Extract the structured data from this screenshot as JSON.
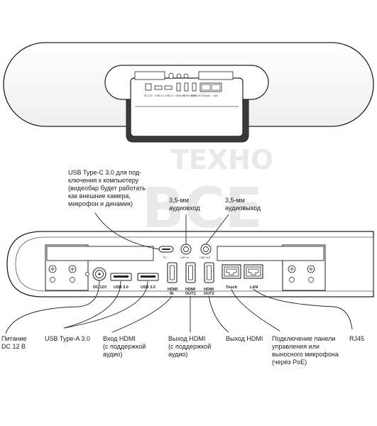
{
  "watermark": {
    "line1": "ТЕХНО",
    "line2": "BCE"
  },
  "top_view": {
    "port_labels": [
      "DC 12V",
      "USB 3.0",
      "USB 3.0",
      "HDMI IN",
      "HDMI OUT1",
      "HDMI OUT2",
      "Touch",
      "LAN"
    ]
  },
  "bottom_view": {
    "port_labels": {
      "dc": "DC 12V",
      "usb1": "USB 3.0",
      "usb2": "USB 3.0",
      "usbc": "PC",
      "line_in": "LINE IN",
      "line_out": "LINE OUT",
      "hdmi_in": "HDMI\nIN",
      "hdmi_out1": "HDMI\nOUT1",
      "hdmi_out2": "HDMI\nOUT2",
      "touch": "Touch",
      "lan": "LAN"
    }
  },
  "callouts": {
    "usb_c": "USB Type-C 3.0 для под-\nключения к компьютеру\n(видеобар будет работать\nкак внешние камера,\nмикрофон и динамик)",
    "line_in": "3,5-мм\nаудиовход",
    "line_out": "3,5-мм\nаудиовыход",
    "power": "Питание\nDC 12 В",
    "usb_a": "USB Type-A 3.0",
    "hdmi_in": "Вход HDMI\n(с поддержкой\nаудио)",
    "hdmi_out1": "Выход HDMI\n(с поддержкой\nаудио)",
    "hdmi_out2": "Выход HDMI",
    "touch": "Подключение панели\nуправления или\nвыносного микрофона\n(через PoE)",
    "lan": "RJ45"
  }
}
